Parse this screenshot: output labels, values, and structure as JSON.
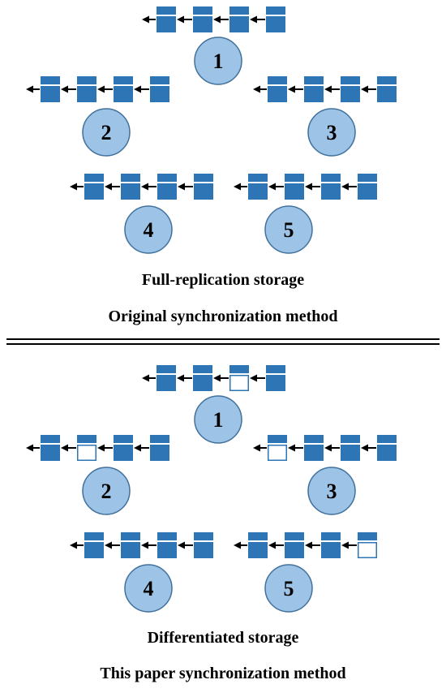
{
  "colors": {
    "block_fill": "#2E75B6",
    "block_stroke": "#2E75B6",
    "empty_fill": "#FFFFFF",
    "node_fill": "#9DC3E6",
    "node_stroke": "#41719C",
    "arrow": "#000000",
    "divider": "#000000"
  },
  "icon_legend": {
    "filled_block": "filled-block-icon",
    "empty_block": "empty-block-icon",
    "node": "node-circle",
    "link_arrow": "left-arrow-icon"
  },
  "sections": [
    {
      "caption_storage": "Full-replication storage",
      "caption_method": "Original synchronization method",
      "nodes": [
        {
          "label": "1",
          "chain": [
            "filled",
            "filled",
            "filled",
            "filled"
          ]
        },
        {
          "label": "2",
          "chain": [
            "filled",
            "filled",
            "filled",
            "filled"
          ]
        },
        {
          "label": "3",
          "chain": [
            "filled",
            "filled",
            "filled",
            "filled"
          ]
        },
        {
          "label": "4",
          "chain": [
            "filled",
            "filled",
            "filled",
            "filled"
          ]
        },
        {
          "label": "5",
          "chain": [
            "filled",
            "filled",
            "filled",
            "filled"
          ]
        }
      ]
    },
    {
      "caption_storage": "Differentiated storage",
      "caption_method": "This paper synchronization method",
      "nodes": [
        {
          "label": "1",
          "chain": [
            "filled",
            "filled",
            "empty",
            "filled"
          ]
        },
        {
          "label": "2",
          "chain": [
            "filled",
            "empty",
            "filled",
            "filled"
          ]
        },
        {
          "label": "3",
          "chain": [
            "empty",
            "filled",
            "filled",
            "filled"
          ]
        },
        {
          "label": "4",
          "chain": [
            "filled",
            "filled",
            "filled",
            "filled"
          ]
        },
        {
          "label": "5",
          "chain": [
            "filled",
            "filled",
            "filled",
            "empty"
          ]
        }
      ]
    }
  ]
}
